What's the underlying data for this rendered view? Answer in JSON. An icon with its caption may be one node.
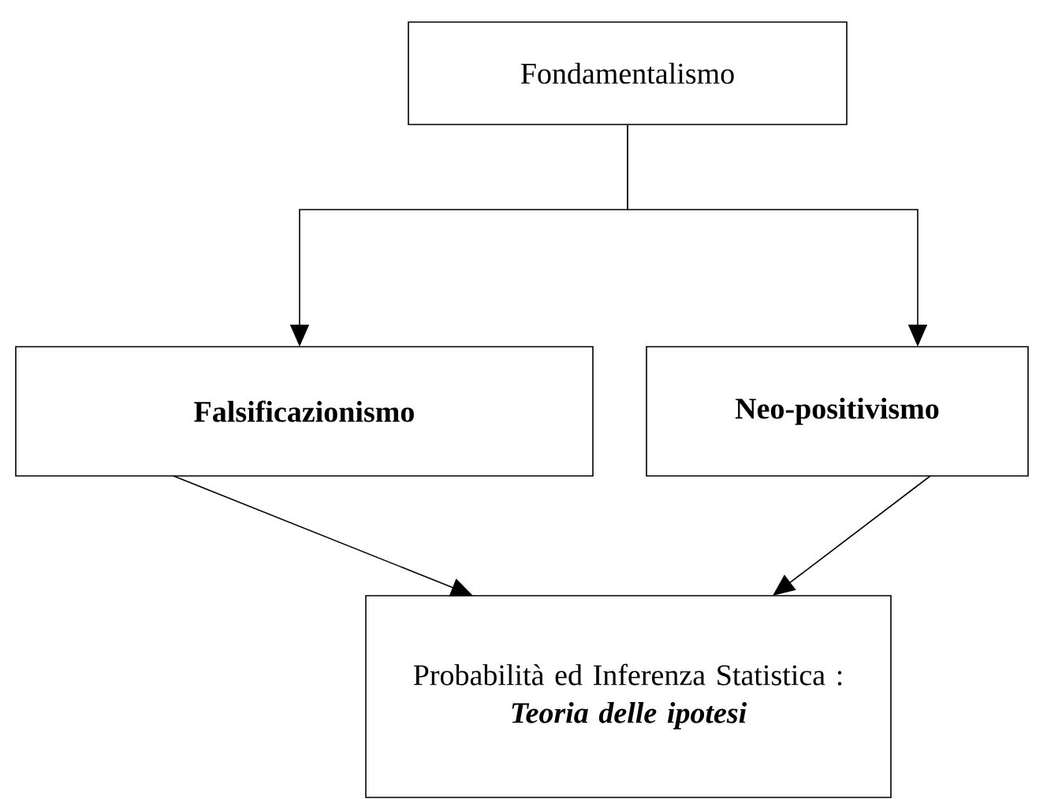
{
  "diagram": {
    "nodes": [
      {
        "text": [
          "Fondamentalismo"
        ]
      },
      {
        "text": [
          "Falsificazionismo"
        ]
      },
      {
        "text": [
          "Neo-positivismo"
        ]
      },
      {
        "text": [
          "Probabilità ed Inferenza Statistica :",
          "Teoria delle ipotesi"
        ]
      }
    ],
    "edges": [
      {
        "from": 0,
        "to": 1,
        "arrow": "to"
      },
      {
        "from": 0,
        "to": 2,
        "arrow": "to"
      },
      {
        "from": 1,
        "to": 3,
        "arrow": "to"
      },
      {
        "from": 2,
        "to": 3,
        "arrow": "to"
      }
    ]
  }
}
